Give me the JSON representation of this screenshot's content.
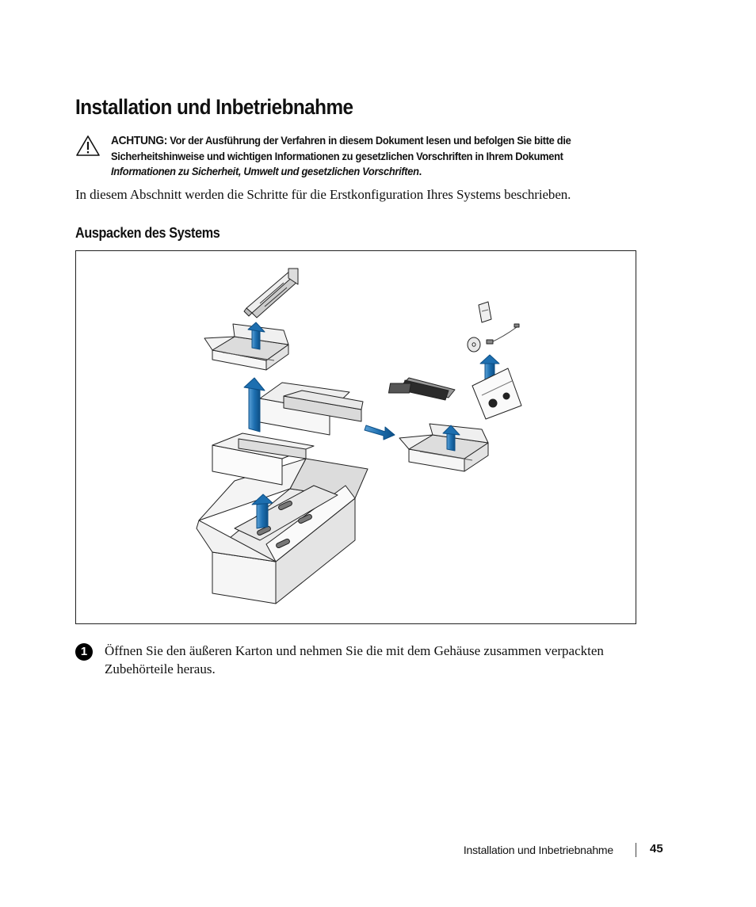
{
  "page": {
    "title": "Installation und Inbetriebnahme",
    "caution": {
      "label": "ACHTUNG:",
      "text": "Vor der Ausführung der Verfahren in diesem Dokument lesen und befolgen Sie bitte die Sicherheitshinweise und wichtigen Informationen zu gesetzlichen Vorschriften in Ihrem Dokument",
      "document_name": "Informationen zu Sicherheit, Umwelt und gesetzlichen Vorschriften",
      "end": "."
    },
    "intro": "In diesem Abschnitt werden die Schritte für die Erstkonfiguration Ihres Systems beschrieben.",
    "section_heading": "Auspacken des Systems",
    "step": {
      "number": "1",
      "text": "Öffnen Sie den äußeren Karton und nehmen Sie die mit dem Gehäuse zusammen verpackten Zubehörteile heraus."
    },
    "footer": {
      "title": "Installation und Inbetriebnahme",
      "page_number": "45"
    }
  },
  "colors": {
    "arrow_blue": "#1d6fb0",
    "arrow_blue_light": "#5aa0d6",
    "box_fill": "#f4f4f4",
    "box_shade": "#d8d8d8",
    "line": "#222222"
  },
  "icons": [
    "warning-icon",
    "rail-kit-icon",
    "cable-icon",
    "cd-icon",
    "documentation-icon",
    "bezel-icon"
  ]
}
